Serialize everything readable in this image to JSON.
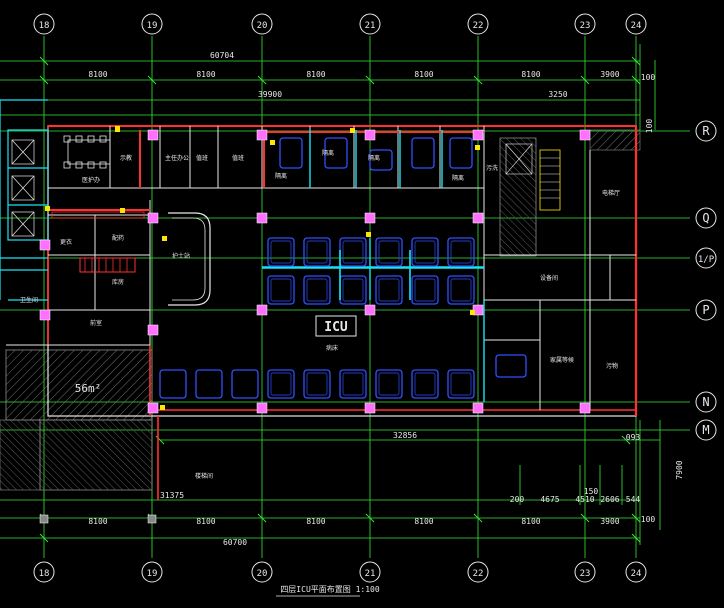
{
  "grid": {
    "columns": [
      "18",
      "19",
      "20",
      "21",
      "22",
      "23",
      "24"
    ],
    "rows": [
      "R",
      "Q",
      "1/P",
      "P",
      "N",
      "M"
    ]
  },
  "dimensions": {
    "top_total": "60704",
    "top_segments": [
      "8100",
      "8100",
      "8100",
      "8100",
      "8100",
      "3900"
    ],
    "top_row2": "39900",
    "top_row2_right": "3250",
    "right_top": "100",
    "right_side_a": "100",
    "bottom_mid": "32856",
    "bottom_right_small": "093",
    "bottom_right_vertical": "7900",
    "bottom_row_values": [
      "31375",
      "200",
      "4675",
      "4510",
      "2606",
      "544"
    ],
    "bottom_small": "150",
    "bottom_segments": [
      "8100",
      "8100",
      "8100",
      "8100",
      "8100",
      "3900"
    ],
    "bottom_total": "60700",
    "bottom_right_100": "100"
  },
  "labels": {
    "icu": "ICU",
    "area_label": "56m²",
    "title": "四层ICU平面布置图 1:100"
  },
  "rooms": [
    {
      "id": "r1",
      "text": "医护办"
    },
    {
      "id": "r2",
      "text": "示教"
    },
    {
      "id": "r3",
      "text": "主任办公"
    },
    {
      "id": "r4",
      "text": "值班"
    },
    {
      "id": "r5",
      "text": "值班"
    },
    {
      "id": "r6",
      "text": "隔离"
    },
    {
      "id": "r7",
      "text": "隔离"
    },
    {
      "id": "r8",
      "text": "隔离"
    },
    {
      "id": "r9",
      "text": "隔离"
    },
    {
      "id": "r10",
      "text": "污洗"
    },
    {
      "id": "r11",
      "text": "配药"
    },
    {
      "id": "r12",
      "text": "护士站"
    },
    {
      "id": "r13",
      "text": "库房"
    },
    {
      "id": "r14",
      "text": "更衣"
    },
    {
      "id": "r15",
      "text": "卫生间"
    },
    {
      "id": "r16",
      "text": "前室"
    },
    {
      "id": "r17",
      "text": "设备间"
    },
    {
      "id": "r18",
      "text": "病床"
    },
    {
      "id": "r19",
      "text": "家属等候"
    },
    {
      "id": "r20",
      "text": "污物"
    },
    {
      "id": "r21",
      "text": "电梯厅"
    },
    {
      "id": "r22",
      "text": "楼梯间"
    }
  ],
  "colors": {
    "background": "#000000",
    "grid": "#35e635",
    "wall_red": "#ff3030",
    "wall_white": "#e8e8e8",
    "wall_cyan": "#19e3f5",
    "bed_blue": "#2f4fff",
    "column_pink": "#ff70ff",
    "yellow": "#ffe600",
    "hatch_gray": "#8a8a8a"
  }
}
